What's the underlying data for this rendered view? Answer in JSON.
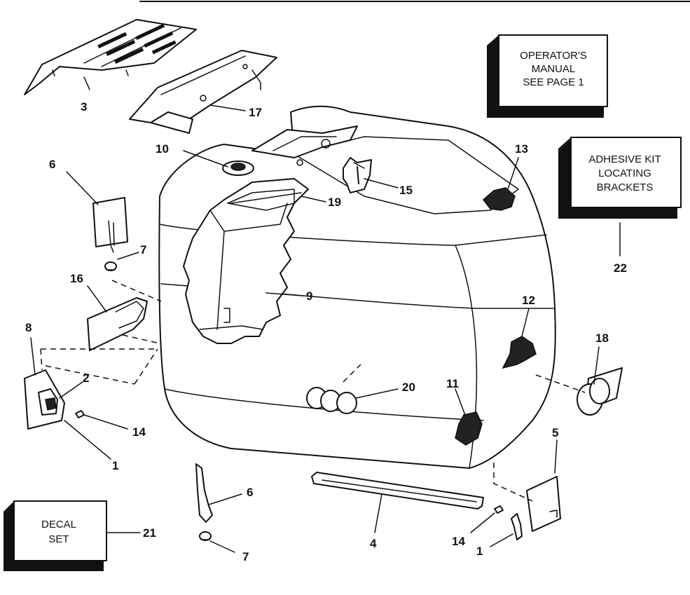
{
  "top_rule": "",
  "boxes": {
    "operators_manual": [
      "OPERATOR'S",
      "MANUAL",
      "SEE PAGE 1"
    ],
    "adhesive_kit": [
      "ADHESIVE KIT",
      "LOCATING",
      "BRACKETS"
    ],
    "decal_set": [
      "DECAL",
      "SET"
    ]
  },
  "callouts": {
    "c1a": "1",
    "c1b": "1",
    "c2": "2",
    "c3": "3",
    "c4": "4",
    "c5": "5",
    "c6a": "6",
    "c6b": "6",
    "c7a": "7",
    "c7b": "7",
    "c8": "8",
    "c9": "9",
    "c10": "10",
    "c11": "11",
    "c12": "12",
    "c13": "13",
    "c14a": "14",
    "c14b": "14",
    "c15": "15",
    "c16": "16",
    "c17": "17",
    "c18": "18",
    "c19": "19",
    "c20": "20",
    "c21": "21",
    "c22": "22"
  }
}
